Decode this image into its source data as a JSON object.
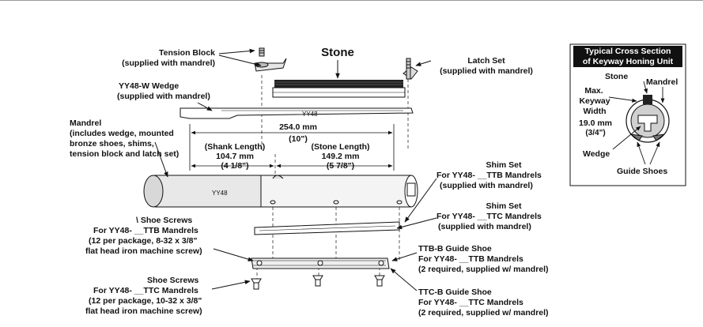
{
  "labels": {
    "tension_block": "Tension Block",
    "tension_block_sub": "(supplied with mandrel)",
    "stone": "Stone",
    "latch_set": "Latch Set",
    "latch_set_sub": "(supplied with mandrel)",
    "wedge": "YY48-W Wedge",
    "wedge_sub": "(supplied with mandrel)",
    "mandrel": "Mandrel",
    "mandrel_sub1": "(includes wedge, mounted",
    "mandrel_sub2": "bronze shoes, shims,",
    "mandrel_sub3": "tension block and latch set)",
    "wedge_part_text": "YY48",
    "mandrel_part_text": "YY48",
    "overall_length": "254.0 mm",
    "overall_length_in": "(10\")",
    "shank_length": "(Shank Length)",
    "shank_mm": "104.7 mm",
    "shank_in": "(4 1/8\")",
    "stone_length": "(Stone Length)",
    "stone_mm": "149.2 mm",
    "stone_in": "(5 7/8\")",
    "shim_set_1": "Shim Set",
    "shim_set_1_line2": "For YY48- __TTB Mandrels",
    "shim_set_1_line3": "(supplied with mandrel)",
    "shim_set_2": "Shim Set",
    "shim_set_2_line2": "For YY48- __TTC Mandrels",
    "shim_set_2_line3": "(supplied with mandrel)",
    "shoe_screws_1": "\\ Shoe Screws",
    "shoe_screws_1_line2": "For YY48- __TTB Mandrels",
    "shoe_screws_1_line3": "(12 per package, 8-32 x 3/8\"",
    "shoe_screws_1_line4": "flat head iron machine screw)",
    "shoe_screws_2": "Shoe Screws",
    "shoe_screws_2_line2": "For YY48- __TTC Mandrels",
    "shoe_screws_2_line3": "(12 per package, 10-32 x 3/8\"",
    "shoe_screws_2_line4": "flat head iron machine screw)",
    "ttb_shoe": "TTB-B Guide Shoe",
    "ttb_shoe_line2": "For YY48- __TTB Mandrels",
    "ttb_shoe_line3": "(2 required, supplied w/ mandrel)",
    "ttc_shoe": "TTC-B Guide Shoe",
    "ttc_shoe_line2": "For YY48- __TTC Mandrels",
    "ttc_shoe_line3": "(2 required, supplied w/ mandrel)"
  },
  "inset": {
    "title_line1": "Typical Cross Section",
    "title_line2": "of Keyway Honing Unit",
    "stone": "Stone",
    "mandrel": "Mandrel",
    "max": "Max.",
    "keyway": "Keyway",
    "width": "Width",
    "width_mm": "19.0 mm",
    "width_in": "(3/4\")",
    "wedge": "Wedge",
    "guide_shoes": "Guide Shoes"
  }
}
